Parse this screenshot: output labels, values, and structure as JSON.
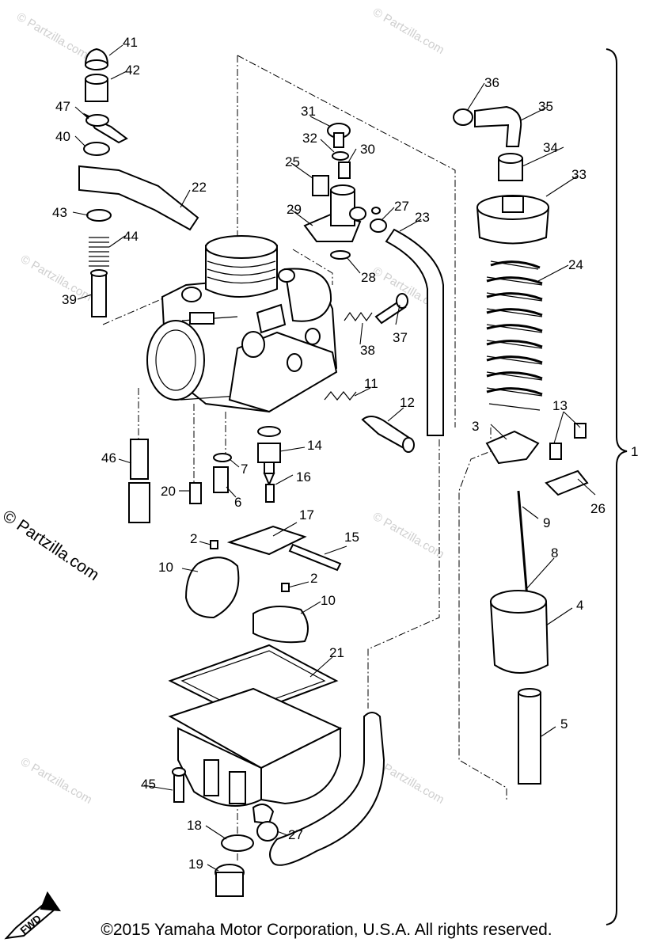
{
  "diagram": {
    "callouts": [
      "1",
      "2",
      "2",
      "3",
      "4",
      "5",
      "6",
      "7",
      "8",
      "9",
      "10",
      "10",
      "11",
      "12",
      "13",
      "14",
      "15",
      "16",
      "17",
      "18",
      "19",
      "20",
      "21",
      "22",
      "23",
      "24",
      "25",
      "26",
      "27",
      "27",
      "28",
      "29",
      "30",
      "31",
      "32",
      "33",
      "34",
      "35",
      "36",
      "37",
      "38",
      "39",
      "40",
      "41",
      "42",
      "43",
      "44",
      "45",
      "46",
      "47"
    ],
    "fwd_label": "FWD",
    "watermark": "© Partzilla.com",
    "side_watermark": "© Partzilla.com",
    "copyright": "©2015  Yamaha Motor Corporation, U.S.A. All rights reserved."
  }
}
